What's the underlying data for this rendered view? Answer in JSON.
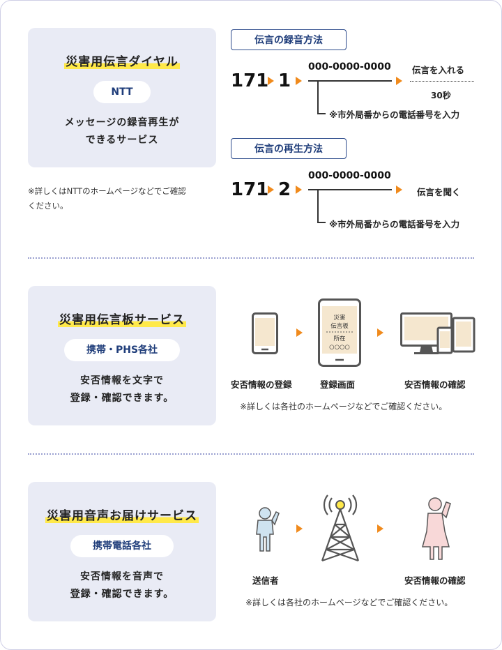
{
  "section1": {
    "title": "災害用伝言ダイヤル",
    "provider": "NTT",
    "desc_line1": "メッセージの録音再生が",
    "desc_line2": "できるサービス",
    "note_line1": "※詳しくはNTTのホームページなどでご確認",
    "note_line2": "ください。",
    "record": {
      "label": "伝言の録音方法",
      "main_number": "171",
      "digit": "1",
      "phone": "000-0000-0000",
      "action": "伝言を入れる",
      "limit": "30秒",
      "note": "※市外局番からの電話番号を入力"
    },
    "play": {
      "label": "伝言の再生方法",
      "main_number": "171",
      "digit": "2",
      "phone": "000-0000-0000",
      "action": "伝言を聞く",
      "note": "※市外局番からの電話番号を入力"
    }
  },
  "section2": {
    "title": "災害用伝言板サービス",
    "provider": "携帯・PHS各社",
    "desc_line1": "安否情報を文字で",
    "desc_line2": "登録・確認できます。",
    "screen": {
      "line1": "災害",
      "line2": "伝言板",
      "line3": "所在",
      "line4": "○○○○"
    },
    "steps": [
      "安否情報の登録",
      "登録画面",
      "安否情報の確認"
    ],
    "note": "※詳しくは各社のホームページなどでご確認ください。"
  },
  "section3": {
    "title": "災害用音声お届けサービス",
    "provider": "携帯電話各社",
    "desc_line1": "安否情報を音声で",
    "desc_line2": "登録・確認できます。",
    "steps": [
      "送信者",
      "安否情報の確認"
    ],
    "note": "※詳しくは各社のホームページなどでご確認ください。"
  },
  "colors": {
    "accent": "#f08a1c",
    "navy": "#1f3d7a",
    "card": "#e9ebf5",
    "highlight": "#ffe94a"
  }
}
